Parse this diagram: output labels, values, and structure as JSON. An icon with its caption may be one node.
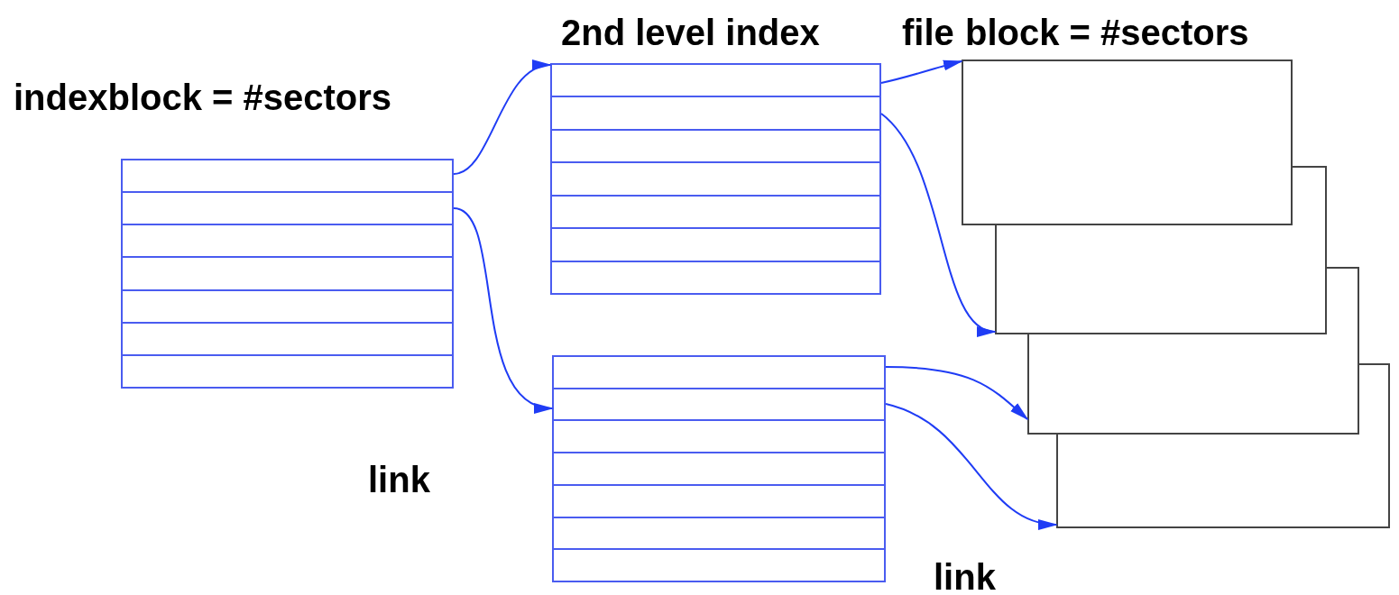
{
  "diagram": {
    "nodes": [
      {
        "text": [],
        "shape": "box",
        "beside": [
          "indexblock = #sectors"
        ]
      },
      {
        "text": [],
        "shape": "box",
        "beside": [
          "2nd level index"
        ]
      },
      {
        "text": [],
        "shape": "box"
      },
      {
        "text": [],
        "shape": "box",
        "beside": [
          "block = #sectors"
        ]
      },
      {
        "text": [],
        "shape": "box"
      },
      {
        "text": [],
        "shape": "box"
      },
      {
        "text": [],
        "shape": "box"
      }
    ],
    "edges": [
      {
        "from": 0,
        "to": 1,
        "arrow": "to"
      },
      {
        "from": 0,
        "to": 2,
        "arrow": "to"
      },
      {
        "from": 1,
        "to": 3,
        "arrow": "to"
      },
      {
        "from": 1,
        "to": 4,
        "arrow": "to"
      },
      {
        "from": 2,
        "to": 5,
        "arrow": "to"
      },
      {
        "from": 2,
        "to": 6,
        "arrow": "to"
      }
    ],
    "labels": [
      "file",
      "link",
      "link"
    ]
  }
}
